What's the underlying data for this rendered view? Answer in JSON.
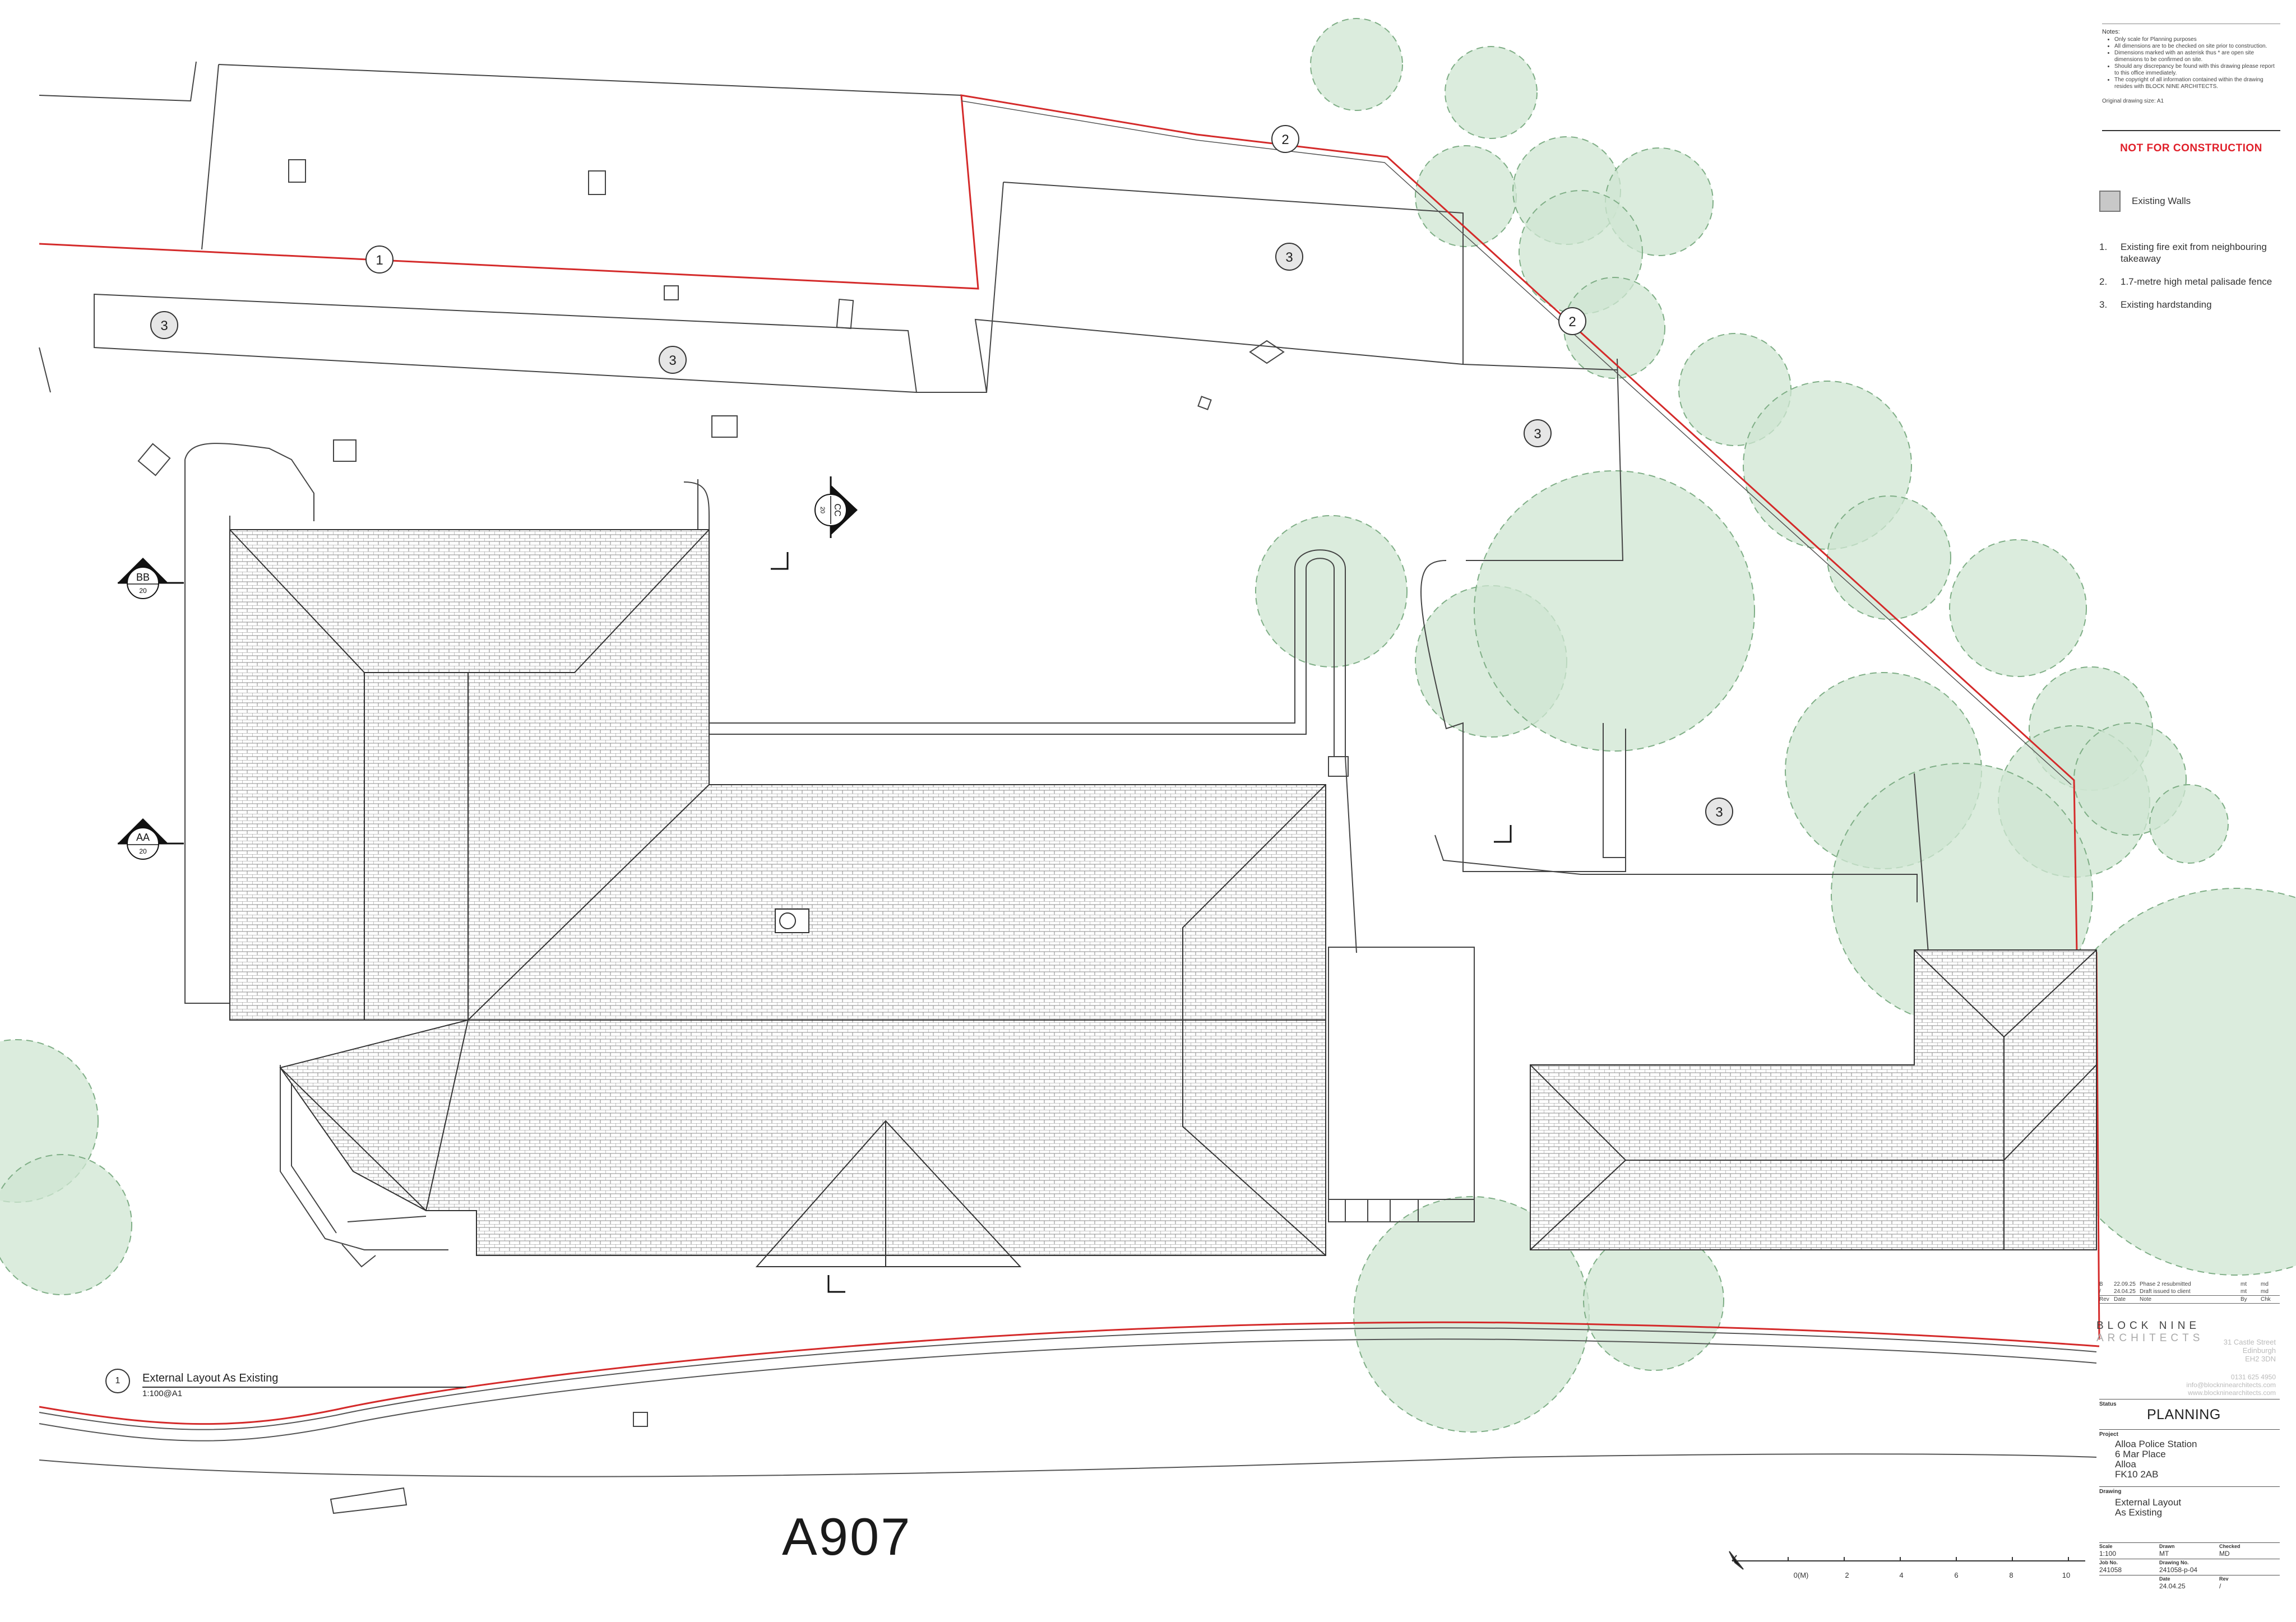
{
  "notes": {
    "heading": "Notes:",
    "items": [
      "Only scale for Planning purposes",
      "All dimensions are to be checked on site prior to construction.",
      "Dimensions marked with an asterisk thus * are open site dimensions to be confirmed on site.",
      "Should any discrepancy be found with this drawing please report to this office immediately.",
      "The copyright of all information contained within the drawing resides with BLOCK NINE ARCHITECTS."
    ],
    "original_size": "Original drawing size: A1"
  },
  "not_for_construction": "NOT FOR CONSTRUCTION",
  "legend": {
    "existing_walls": "Existing Walls",
    "swatch_color": "#c8c8c8"
  },
  "key_notes": [
    {
      "num": "1.",
      "text": "Existing fire exit from neighbouring takeaway"
    },
    {
      "num": "2.",
      "text": "1.7-metre high metal palisade fence"
    },
    {
      "num": "3.",
      "text": "Existing hardstanding"
    }
  ],
  "revisions": {
    "rows": [
      {
        "rev": "B",
        "date": "22.09.25",
        "note": "Phase 2 resubmitted",
        "by": "mt",
        "chk": "md"
      },
      {
        "rev": "/",
        "date": "24.04.25",
        "note": "Draft issued to client",
        "by": "mt",
        "chk": "md"
      }
    ],
    "headers": {
      "rev": "Rev",
      "date": "Date",
      "note": "Note",
      "by": "By",
      "chk": "Chk"
    }
  },
  "firm": {
    "name_bold": "BLOCK NINE ",
    "name_light": "ARCHITECTS"
  },
  "address": [
    "31 Castle Street",
    "Edinburgh",
    "EH2 3DN"
  ],
  "contact": [
    "0131 625 4950",
    "info@blockninearchitects.com",
    "www.blockninearchitects.com"
  ],
  "status": {
    "label": "Status",
    "value": "PLANNING"
  },
  "project": {
    "label": "Project",
    "lines": [
      "Alloa Police Station",
      "6 Mar Place",
      "Alloa",
      "FK10 2AB"
    ]
  },
  "drawing": {
    "label": "Drawing",
    "lines": [
      "External Layout",
      "As Existing"
    ]
  },
  "info_table": {
    "scale_label": "Scale",
    "scale": "1:100",
    "drawn_label": "Drawn",
    "drawn": "MT",
    "checked_label": "Checked",
    "checked": "MD",
    "job_label": "Job No.",
    "job": "241058",
    "dwg_label": "Drawing No.",
    "dwg": "241058-p-04",
    "date_label": "Date",
    "date": "24.04.25",
    "rev_label": "Rev",
    "rev": "/"
  },
  "title": {
    "number": "1",
    "main": "External Layout As Existing",
    "scale": "1:100@A1"
  },
  "road_label": "A907",
  "callouts": {
    "c1": "1",
    "c2": "2",
    "c3": "3"
  },
  "sections": {
    "bb": {
      "name": "BB",
      "sheet": "20"
    },
    "aa": {
      "name": "AA",
      "sheet": "20"
    },
    "cc": {
      "name": "CC",
      "sheet": "20"
    }
  },
  "scale_bar": [
    "0(M)",
    "2",
    "4",
    "6",
    "8",
    "10"
  ],
  "colors": {
    "boundary": "#d42a2a",
    "tree_fill": "#d6ead8",
    "tree_stroke": "#7fae86",
    "roof_tile": "#7a7a7a"
  }
}
